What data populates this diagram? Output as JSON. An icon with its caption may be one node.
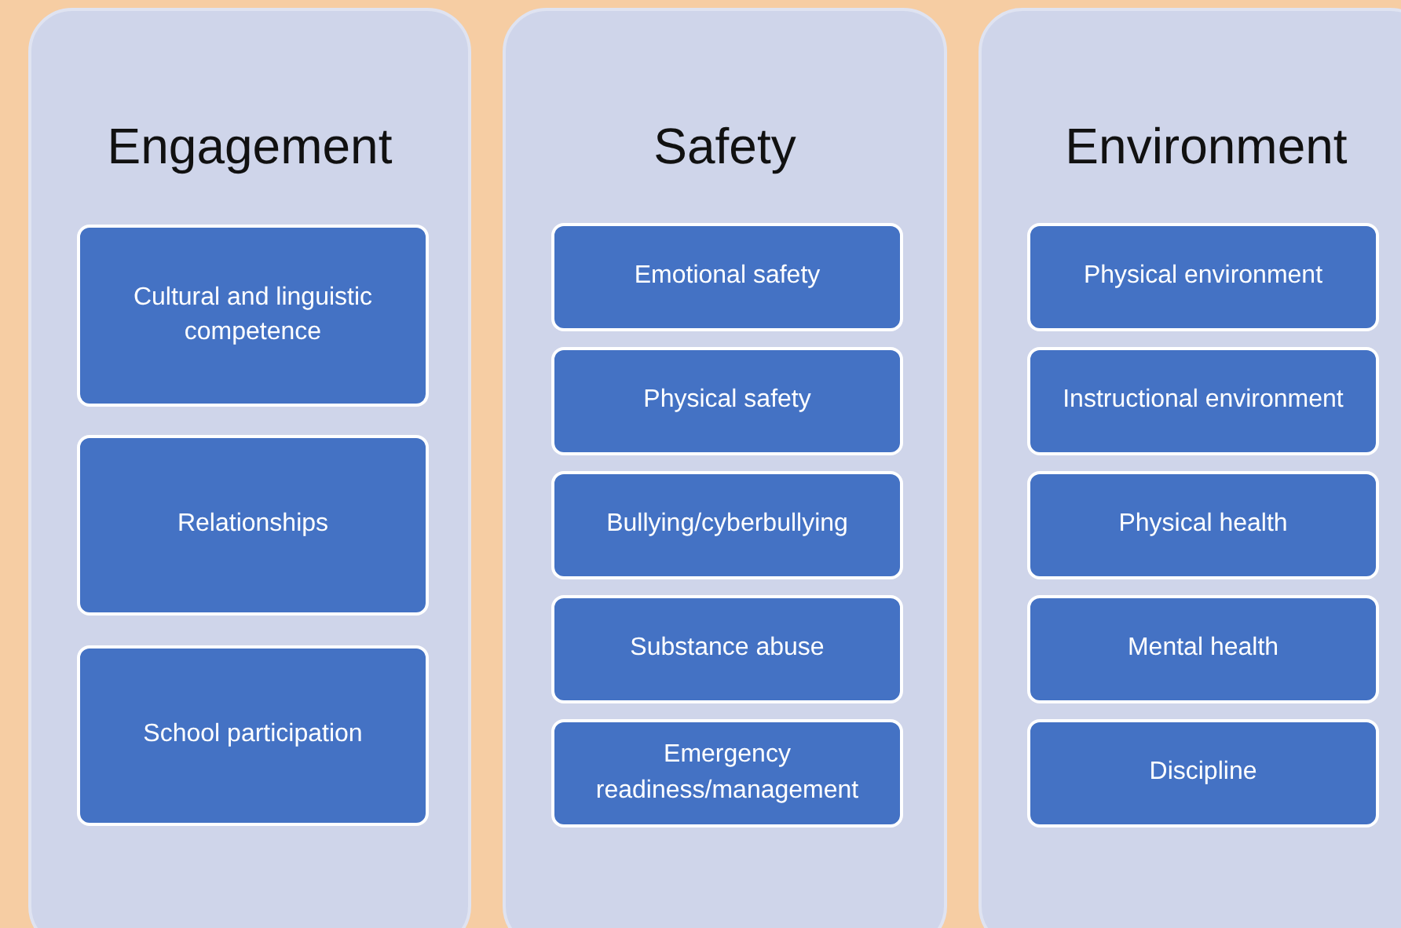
{
  "diagram": {
    "nodes": [
      {
        "text": [
          "Engagement"
        ]
      },
      {
        "text": [
          "Cultural and linguistic competence"
        ],
        "in": 0
      },
      {
        "text": [
          "Relationships"
        ],
        "in": 0
      },
      {
        "text": [
          "School participation"
        ],
        "in": 0
      },
      {
        "text": [
          "Safety"
        ]
      },
      {
        "text": [
          "Emotional safety"
        ],
        "in": 4
      },
      {
        "text": [
          "Physical safety"
        ],
        "in": 4
      },
      {
        "text": [
          "Bullying/cyberbullying"
        ],
        "in": 4
      },
      {
        "text": [
          "Substance abuse"
        ],
        "in": 4
      },
      {
        "text": [
          "Emergency readiness/management"
        ],
        "in": 4
      },
      {
        "text": [
          "Environment"
        ]
      },
      {
        "text": [
          "Physical environment"
        ],
        "in": 10
      },
      {
        "text": [
          "Instructional environment"
        ],
        "in": 10
      },
      {
        "text": [
          "Physical health"
        ],
        "in": 10
      },
      {
        "text": [
          "Mental health"
        ],
        "in": 10
      },
      {
        "text": [
          "Discipline"
        ],
        "in": 10
      }
    ]
  }
}
